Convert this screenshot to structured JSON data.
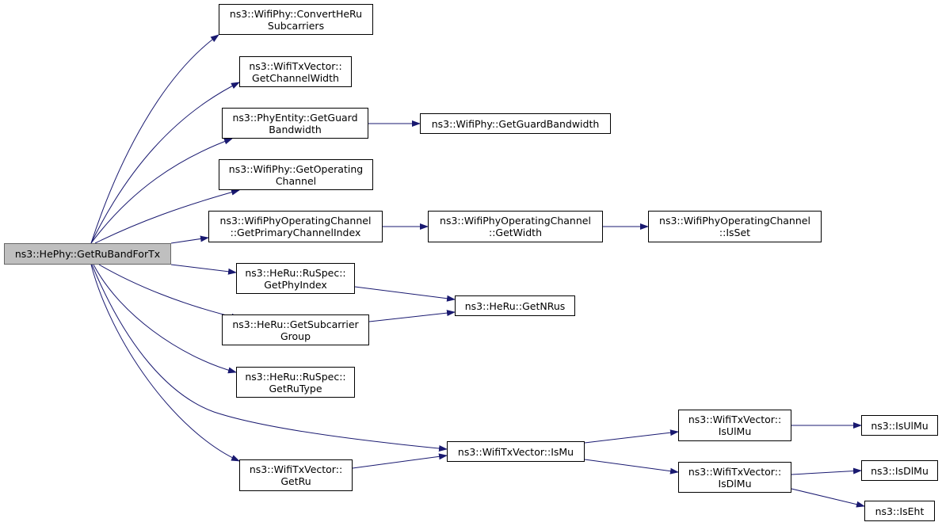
{
  "diagram": {
    "edge_color": "#191970",
    "root_fill": "#bfbfbf",
    "node_fill": "#ffffff",
    "nodes": {
      "root": [
        "ns3::HePhy::GetRuBandForTx"
      ],
      "convert": [
        "ns3::WifiPhy::ConvertHeRu",
        "Subcarriers"
      ],
      "chanwidth": [
        "ns3::WifiTxVector::",
        "GetChannelWidth"
      ],
      "phyguard": [
        "ns3::PhyEntity::GetGuard",
        "Bandwidth"
      ],
      "wifiguard": [
        "ns3::WifiPhy::GetGuardBandwidth"
      ],
      "opchan": [
        "ns3::WifiPhy::GetOperating",
        "Channel"
      ],
      "primary": [
        "ns3::WifiPhyOperatingChannel",
        "::GetPrimaryChannelIndex"
      ],
      "getwidth": [
        "ns3::WifiPhyOperatingChannel",
        "::GetWidth"
      ],
      "isset": [
        "ns3::WifiPhyOperatingChannel",
        "::IsSet"
      ],
      "phyindex": [
        "ns3::HeRu::RuSpec::",
        "GetPhyIndex"
      ],
      "nrus": [
        "ns3::HeRu::GetNRus"
      ],
      "subgroup": [
        "ns3::HeRu::GetSubcarrier",
        "Group"
      ],
      "rutype": [
        "ns3::HeRu::RuSpec::",
        "GetRuType"
      ],
      "ismu": [
        "ns3::WifiTxVector::IsMu"
      ],
      "getru": [
        "ns3::WifiTxVector::",
        "GetRu"
      ],
      "isulmu_tx": [
        "ns3::WifiTxVector::",
        "IsUlMu"
      ],
      "isdlmu_tx": [
        "ns3::WifiTxVector::",
        "IsDlMu"
      ],
      "isulmu": [
        "ns3::IsUlMu"
      ],
      "isdlmu": [
        "ns3::IsDlMu"
      ],
      "iseht": [
        "ns3::IsEht"
      ]
    },
    "edges": [
      [
        "root",
        "convert"
      ],
      [
        "root",
        "chanwidth"
      ],
      [
        "root",
        "phyguard"
      ],
      [
        "root",
        "opchan"
      ],
      [
        "root",
        "primary"
      ],
      [
        "root",
        "phyindex"
      ],
      [
        "root",
        "subgroup"
      ],
      [
        "root",
        "rutype"
      ],
      [
        "root",
        "ismu"
      ],
      [
        "root",
        "getru"
      ],
      [
        "phyguard",
        "wifiguard"
      ],
      [
        "primary",
        "getwidth"
      ],
      [
        "getwidth",
        "isset"
      ],
      [
        "phyindex",
        "nrus"
      ],
      [
        "subgroup",
        "nrus"
      ],
      [
        "getru",
        "ismu"
      ],
      [
        "ismu",
        "isulmu_tx"
      ],
      [
        "ismu",
        "isdlmu_tx"
      ],
      [
        "isulmu_tx",
        "isulmu"
      ],
      [
        "isdlmu_tx",
        "isdlmu"
      ],
      [
        "isdlmu_tx",
        "iseht"
      ]
    ]
  }
}
